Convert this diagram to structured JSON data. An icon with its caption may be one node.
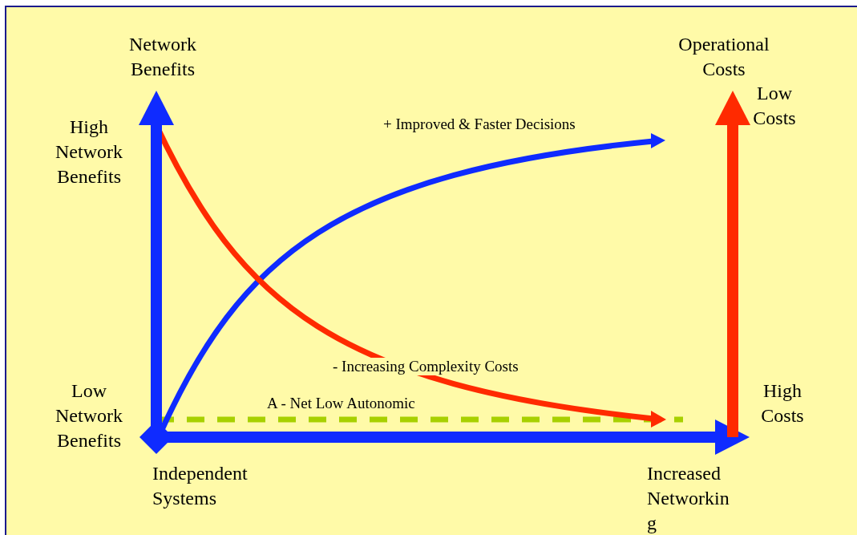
{
  "diagram": {
    "labels": [
      "Network Benefits",
      "Operational Costs",
      "Low Costs",
      "High Network Benefits",
      "+ Improved & Faster Decisions",
      "- Increasing Complexity Costs",
      "Low Network Benefits",
      "A - Net Low Autonomic",
      "High Costs",
      "Independent Systems",
      "Increased Networking"
    ]
  }
}
